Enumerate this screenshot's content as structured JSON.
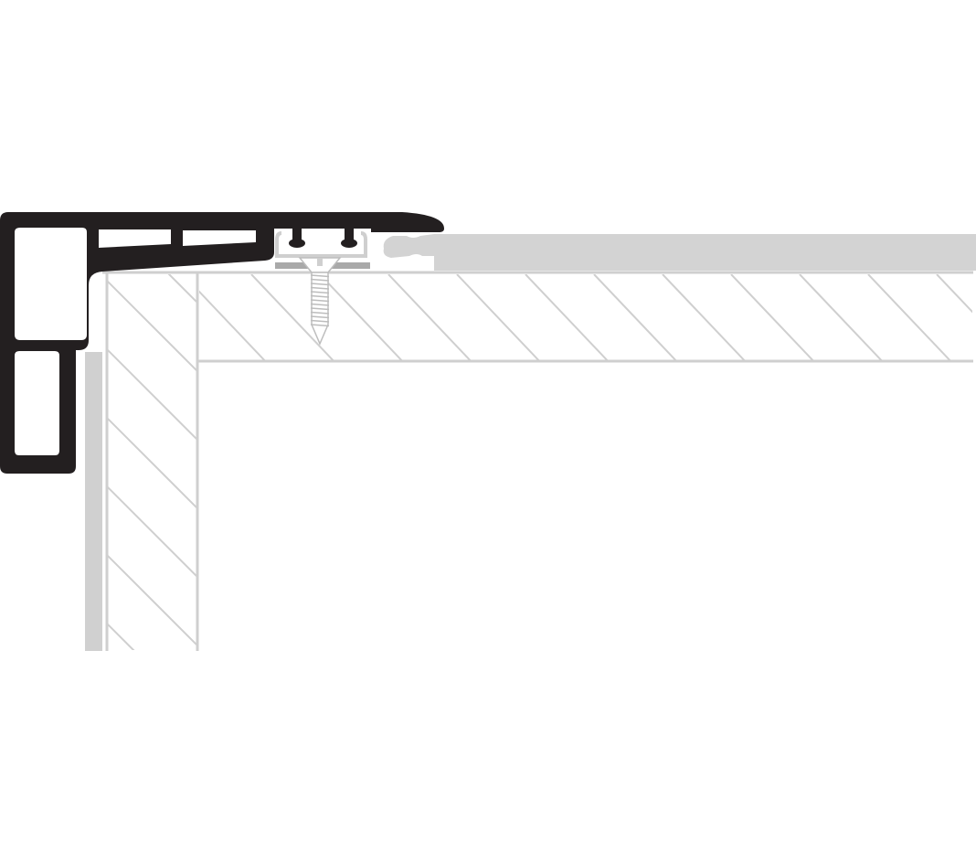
{
  "diagram": {
    "colors": {
      "profile": "#231f20",
      "structure_line": "#cfcfcf",
      "floor_fill": "#d3d3d3",
      "pad_fill": "#a9a9a9",
      "background": "#ffffff"
    },
    "icons": [
      "stair-nosing-profile",
      "screw",
      "laminate-floor",
      "subfloor-board",
      "riser-board"
    ]
  }
}
